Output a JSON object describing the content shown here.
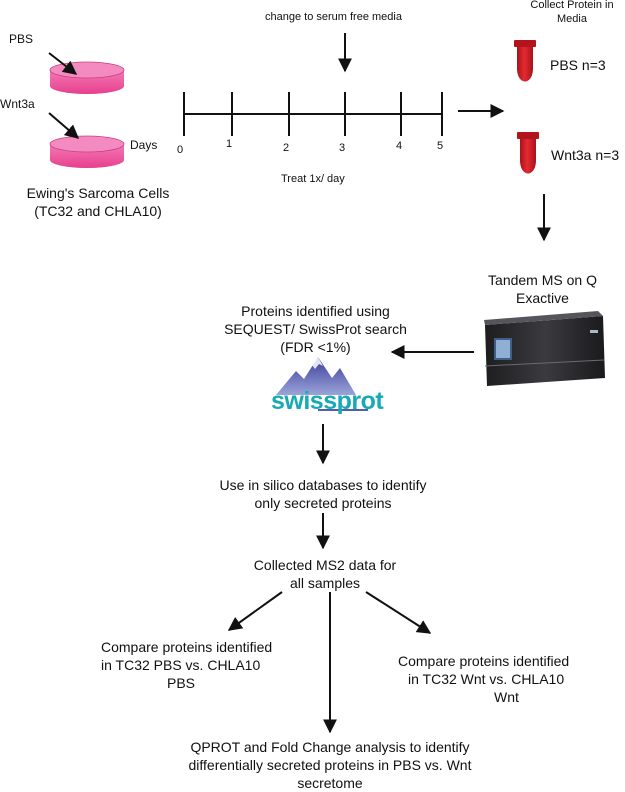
{
  "labels": {
    "pbs_dish": "PBS",
    "wnt3a_dish": "Wnt3a",
    "days": "Days",
    "change_media": "change to serum free media",
    "collect_protein": [
      "Collect Protein in",
      "Media"
    ],
    "treat": "Treat 1x/ day",
    "ewing_cells": [
      "Ewing's Sarcoma Cells",
      "(TC32 and CHLA10)"
    ],
    "pbs_tube": "PBS n=3",
    "wnt_tube": "Wnt3a n=3",
    "tandem_ms": [
      "Tandem MS on Q",
      "Exactive"
    ],
    "proteins_identified": [
      "Proteins identified using",
      "SEQUEST/ SwissProt search",
      "(FDR <1%)"
    ],
    "swissprot_logo": "swissprot",
    "in_silico": [
      "Use in silico databases to identify",
      "only secreted proteins"
    ],
    "ms2": [
      "Collected MS2 data for",
      "all samples"
    ],
    "compare_pbs": [
      "Compare proteins identified",
      "in TC32 PBS vs. CHLA10",
      "PBS"
    ],
    "compare_wnt": [
      "Compare proteins identified",
      "in TC32 Wnt vs. CHLA10",
      "Wnt"
    ],
    "qprot": [
      "QPROT and Fold Change analysis to identify",
      "differentially secreted proteins in PBS vs. Wnt",
      "secretome"
    ]
  },
  "timeline_ticks": [
    "0",
    "1",
    "2",
    "3",
    "4",
    "5"
  ],
  "colors": {
    "dish": "#ee4f9a",
    "tube": "#d71e26",
    "line": "#111111"
  }
}
